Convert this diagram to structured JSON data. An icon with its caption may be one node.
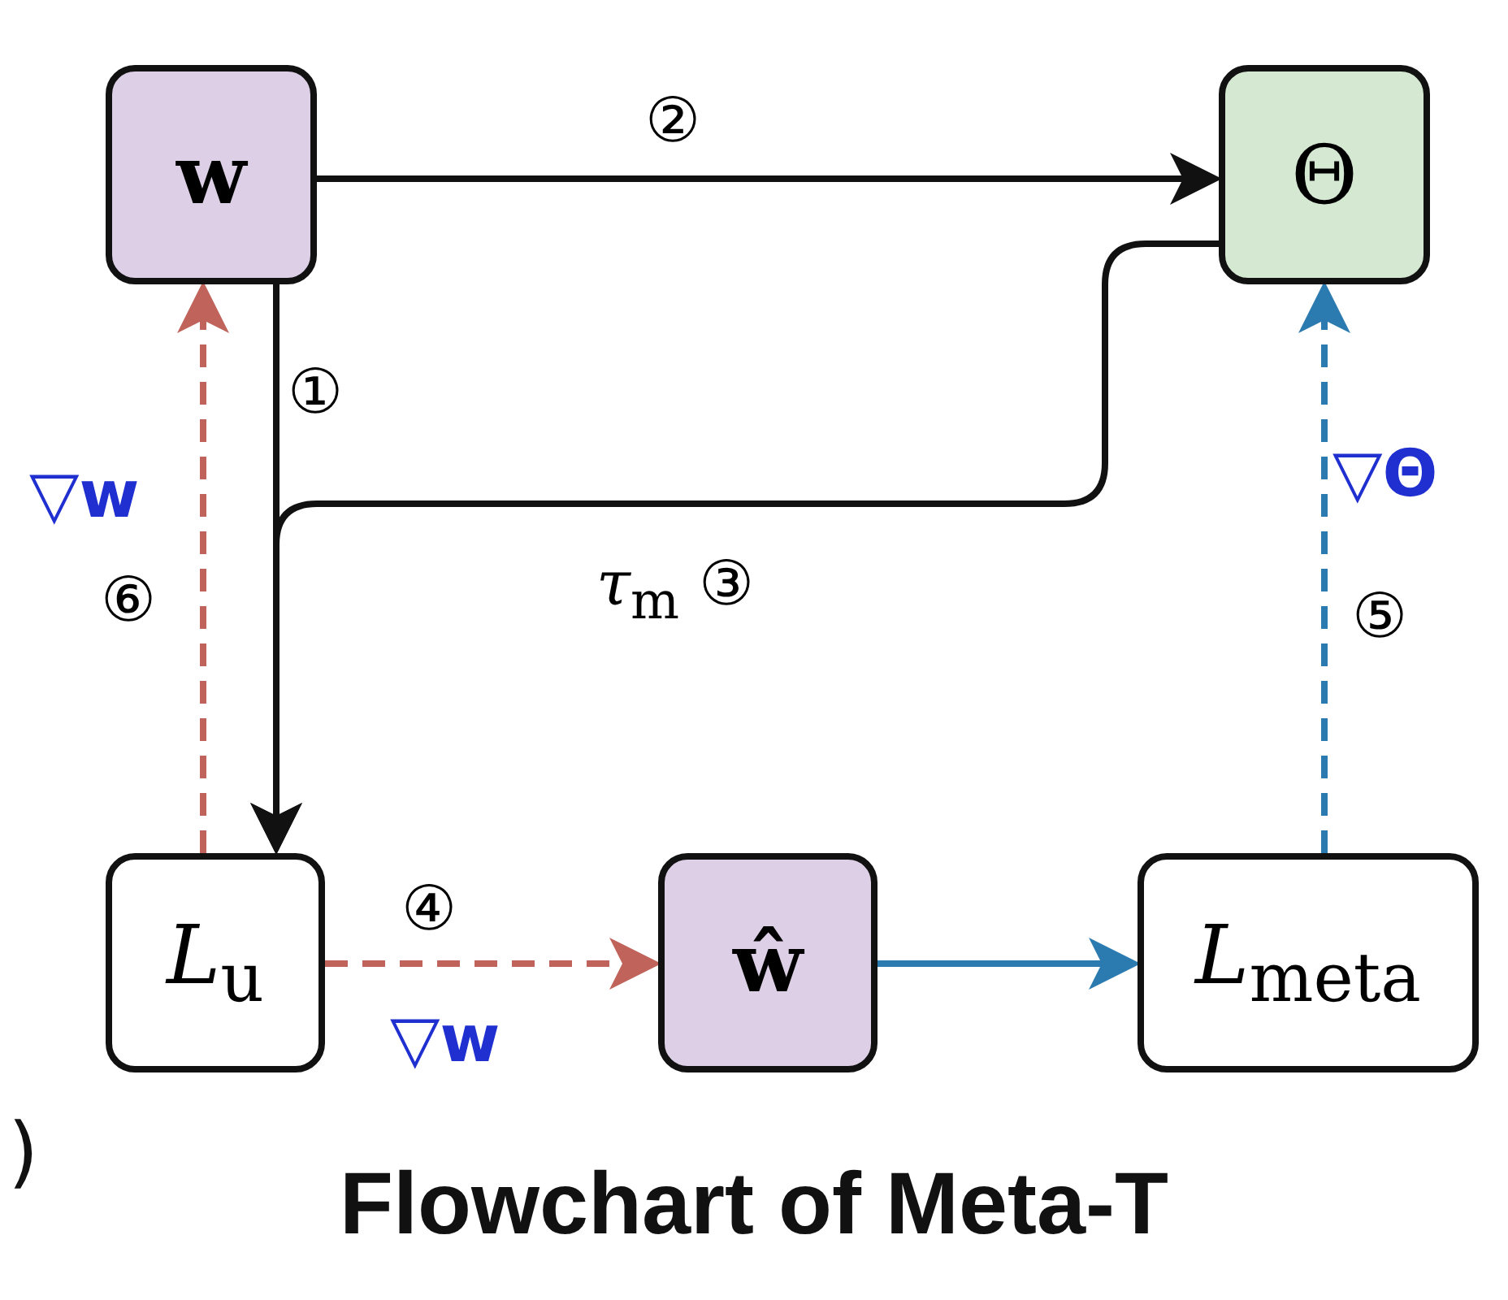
{
  "diagram": {
    "title": "Flowchart of Meta-T",
    "nodes": [
      {
        "text": [
          "**w**"
        ]
      },
      {
        "text": [
          "Θ"
        ]
      },
      {
        "text": [
          "*L*$_{u}$"
        ]
      },
      {
        "text": [
          "**ŵ**"
        ]
      },
      {
        "text": [
          "*L*$_{meta}$"
        ]
      }
    ],
    "edges": [
      {
        "from": 0,
        "to": 1,
        "arrow": "to",
        "label": "②"
      },
      {
        "from": 0,
        "to": 2,
        "arrow": "to",
        "label": "①"
      },
      {
        "from": 1,
        "to": 2,
        "arrow": "to",
        "label": "*τ*$_{m}$ ③"
      },
      {
        "from": 2,
        "to": 3,
        "arrow": "to",
        "label": "④",
        "style": "dashed",
        "color": "#c0635a"
      },
      {
        "from": 3,
        "to": 4,
        "arrow": "to",
        "color": "#2b7bb0"
      },
      {
        "from": 4,
        "to": 1,
        "arrow": "to",
        "label": "⑤",
        "style": "dashed",
        "color": "#2b7bb0"
      },
      {
        "from": 2,
        "to": 0,
        "arrow": "to",
        "label": "⑥",
        "style": "dashed",
        "color": "#c0635a"
      }
    ],
    "labels": [
      "▽**w**",
      "▽**w**",
      "▽**Θ**",
      ")"
    ]
  }
}
